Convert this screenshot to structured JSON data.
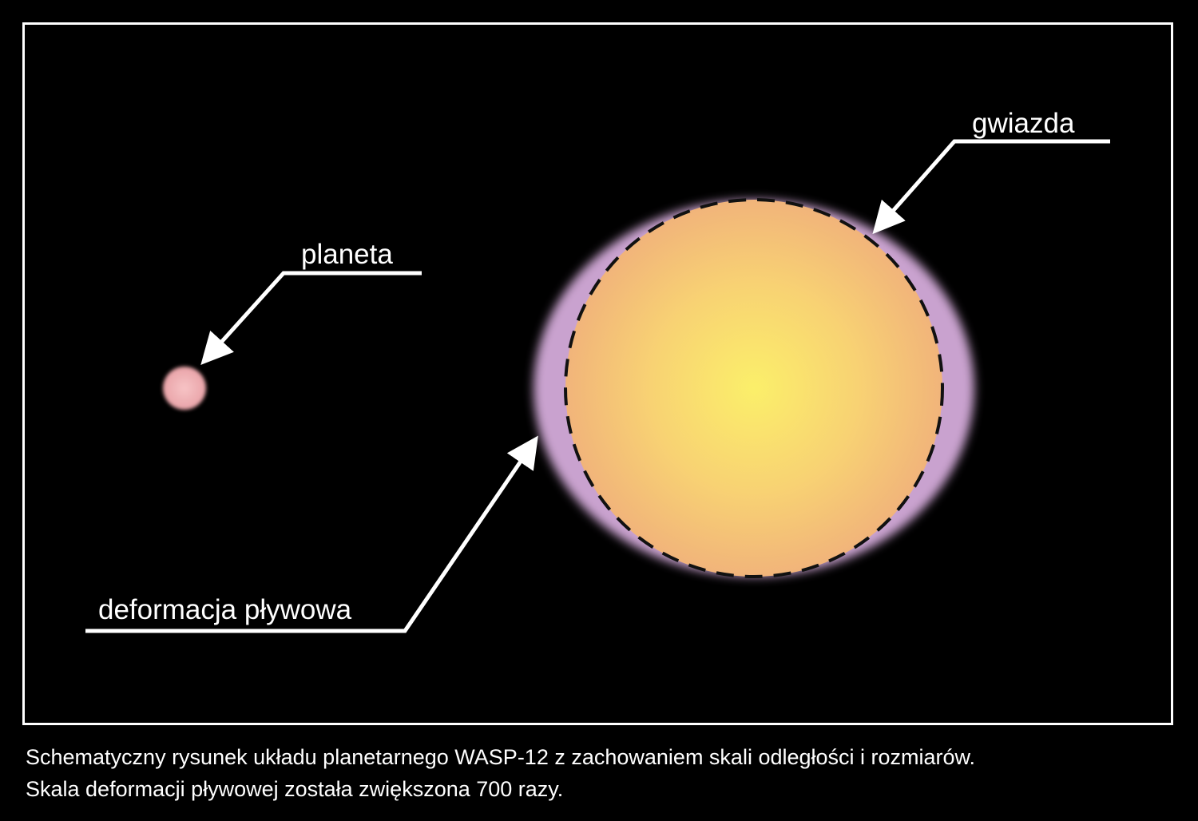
{
  "labels": {
    "planet": "planeta",
    "star": "gwiazda",
    "tidal": "deformacja pływowa"
  },
  "caption": {
    "line1": "Schematyczny rysunek układu planetarnego WASP-12 z zachowaniem skali odległości i rozmiarów.",
    "line2": "Skala deformacji pływowej została zwiększona 700 razy."
  },
  "colors": {
    "background": "#000000",
    "frame": "#ffffff",
    "star_center": "#fbef6a",
    "star_edge": "#f1b47a",
    "halo": "#c9a2cf",
    "planet": "#f2b2b6",
    "dash_outline": "#111111"
  }
}
